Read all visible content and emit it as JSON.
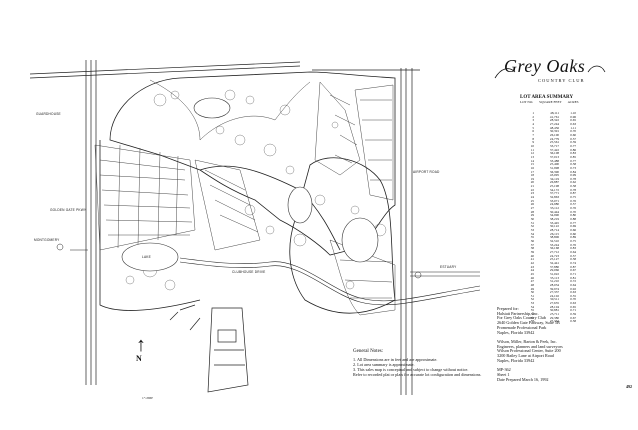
{
  "logo": {
    "title": "Grey Oaks",
    "subtitle": "COUNTRY CLUB"
  },
  "summary": {
    "heading": "LOT   AREA   SUMMARY",
    "col_lot": "LOT NO.",
    "col_sqft": "SQUARE FEET",
    "col_acres": "ACRES",
    "rows": [
      [
        "1",
        "48,111",
        "1.10"
      ],
      [
        "2",
        "41,761",
        "0.96"
      ],
      [
        "3",
        "28,322",
        "0.65"
      ],
      [
        "4",
        "27,244",
        "0.63"
      ],
      [
        "5",
        "48,456",
        "1.11"
      ],
      [
        "6",
        "30,391",
        "0.70"
      ],
      [
        "7",
        "26,100",
        "0.60"
      ],
      [
        "8",
        "24,779",
        "0.57"
      ],
      [
        "9",
        "25,561",
        "0.59"
      ],
      [
        "10",
        "33,717",
        "0.77"
      ],
      [
        "11",
        "37,422",
        "0.86"
      ],
      [
        "12",
        "36,108",
        "0.83"
      ],
      [
        "13",
        "37,013",
        "0.85"
      ],
      [
        "14",
        "33,488",
        "0.77"
      ],
      [
        "15",
        "25,400",
        "0.58"
      ],
      [
        "16",
        "31,998",
        "0.73"
      ],
      [
        "17",
        "36,390",
        "0.84"
      ],
      [
        "18",
        "43,095",
        "0.99"
      ],
      [
        "19",
        "34,119",
        "0.78"
      ],
      [
        "20",
        "26,887",
        "0.62"
      ],
      [
        "21",
        "25,198",
        "0.58"
      ],
      [
        "22",
        "34,172",
        "0.78"
      ],
      [
        "23",
        "37,771",
        "0.87"
      ],
      [
        "24",
        "32,863",
        "0.75"
      ],
      [
        "25",
        "33,071",
        "0.76"
      ],
      [
        "26",
        "24,980",
        "0.57"
      ],
      [
        "27",
        "33,112",
        "0.76"
      ],
      [
        "28",
        "30,444",
        "0.70"
      ],
      [
        "29",
        "34,990",
        "0.80"
      ],
      [
        "30",
        "38,219",
        "0.88"
      ],
      [
        "31",
        "33,445",
        "0.77"
      ],
      [
        "32",
        "30,122",
        "0.69"
      ],
      [
        "33",
        "28,714",
        "0.66"
      ],
      [
        "34",
        "26,115",
        "0.60"
      ],
      [
        "35",
        "38,806",
        "0.89"
      ],
      [
        "36",
        "32,510",
        "0.75"
      ],
      [
        "37",
        "33,244",
        "0.76"
      ],
      [
        "38",
        "36,168",
        "0.83"
      ],
      [
        "39",
        "27,712",
        "0.64"
      ],
      [
        "40",
        "24,723",
        "0.57"
      ],
      [
        "41",
        "25,127",
        "0.58"
      ],
      [
        "42",
        "32,441",
        "0.74"
      ],
      [
        "43",
        "37,880",
        "0.87"
      ],
      [
        "44",
        "29,066",
        "0.67"
      ],
      [
        "45",
        "31,022",
        "0.71"
      ],
      [
        "46",
        "35,113",
        "0.81"
      ],
      [
        "47",
        "31,210",
        "0.72"
      ],
      [
        "48",
        "28,034",
        "0.64"
      ],
      [
        "49",
        "39,974",
        "0.92"
      ],
      [
        "50",
        "27,337",
        "0.63"
      ],
      [
        "51",
        "24,102",
        "0.55"
      ],
      [
        "52",
        "30,511",
        "0.70"
      ],
      [
        "53",
        "27,635",
        "0.63"
      ],
      [
        "54",
        "28,104",
        "0.65"
      ],
      [
        "55",
        "30,881",
        "0.71"
      ],
      [
        "56",
        "25,711",
        "0.59"
      ],
      [
        "57",
        "29,380",
        "0.67"
      ],
      [
        "58",
        "25,334",
        "0.58"
      ]
    ]
  },
  "prepared": [
    "Prepared for:",
    "Halstatt Partnership, Inc.",
    "For Grey Oaks Country Club",
    "2640 Golden Gate Parkway, Suite 5B",
    "Promenade Professional Park",
    "Naples, Florida 33942",
    "",
    "Wilson, Miller, Barton & Peek, Inc.",
    "Engineers, planners and land surveyors",
    "Wilson Professional Center, Suite 200",
    "3200 Bailey Lane at Airport Road",
    "Naples, Florida 33942",
    "",
    "MP-362",
    "Sheet 1",
    "Date Prepared March 16, 1992"
  ],
  "notes": {
    "heading": "General Notes:",
    "items": [
      "1. All Dimensions are in feet and are approximate.",
      "2. Lot area summary is approximate.",
      "3. This sales map is conceptual and subject to change without notice.",
      "   Refer to recorded plat or plats for accurate lot configuration and dimensions."
    ]
  },
  "north": {
    "arrow": "↑",
    "letter": "N"
  },
  "scale": "1\"=800'",
  "page_number": "492",
  "map_labels": {
    "road_left_top": "GUARDHOUSE",
    "road_left_mid": "GOLDEN GATE PKWY",
    "road_left_bottom": "MONTGOMERY",
    "road_bottom": "CLUBHOUSE DRIVE",
    "road_right": "AIRPORT ROAD",
    "road_right_side": "ESTUARY",
    "lake": "LAKE"
  }
}
